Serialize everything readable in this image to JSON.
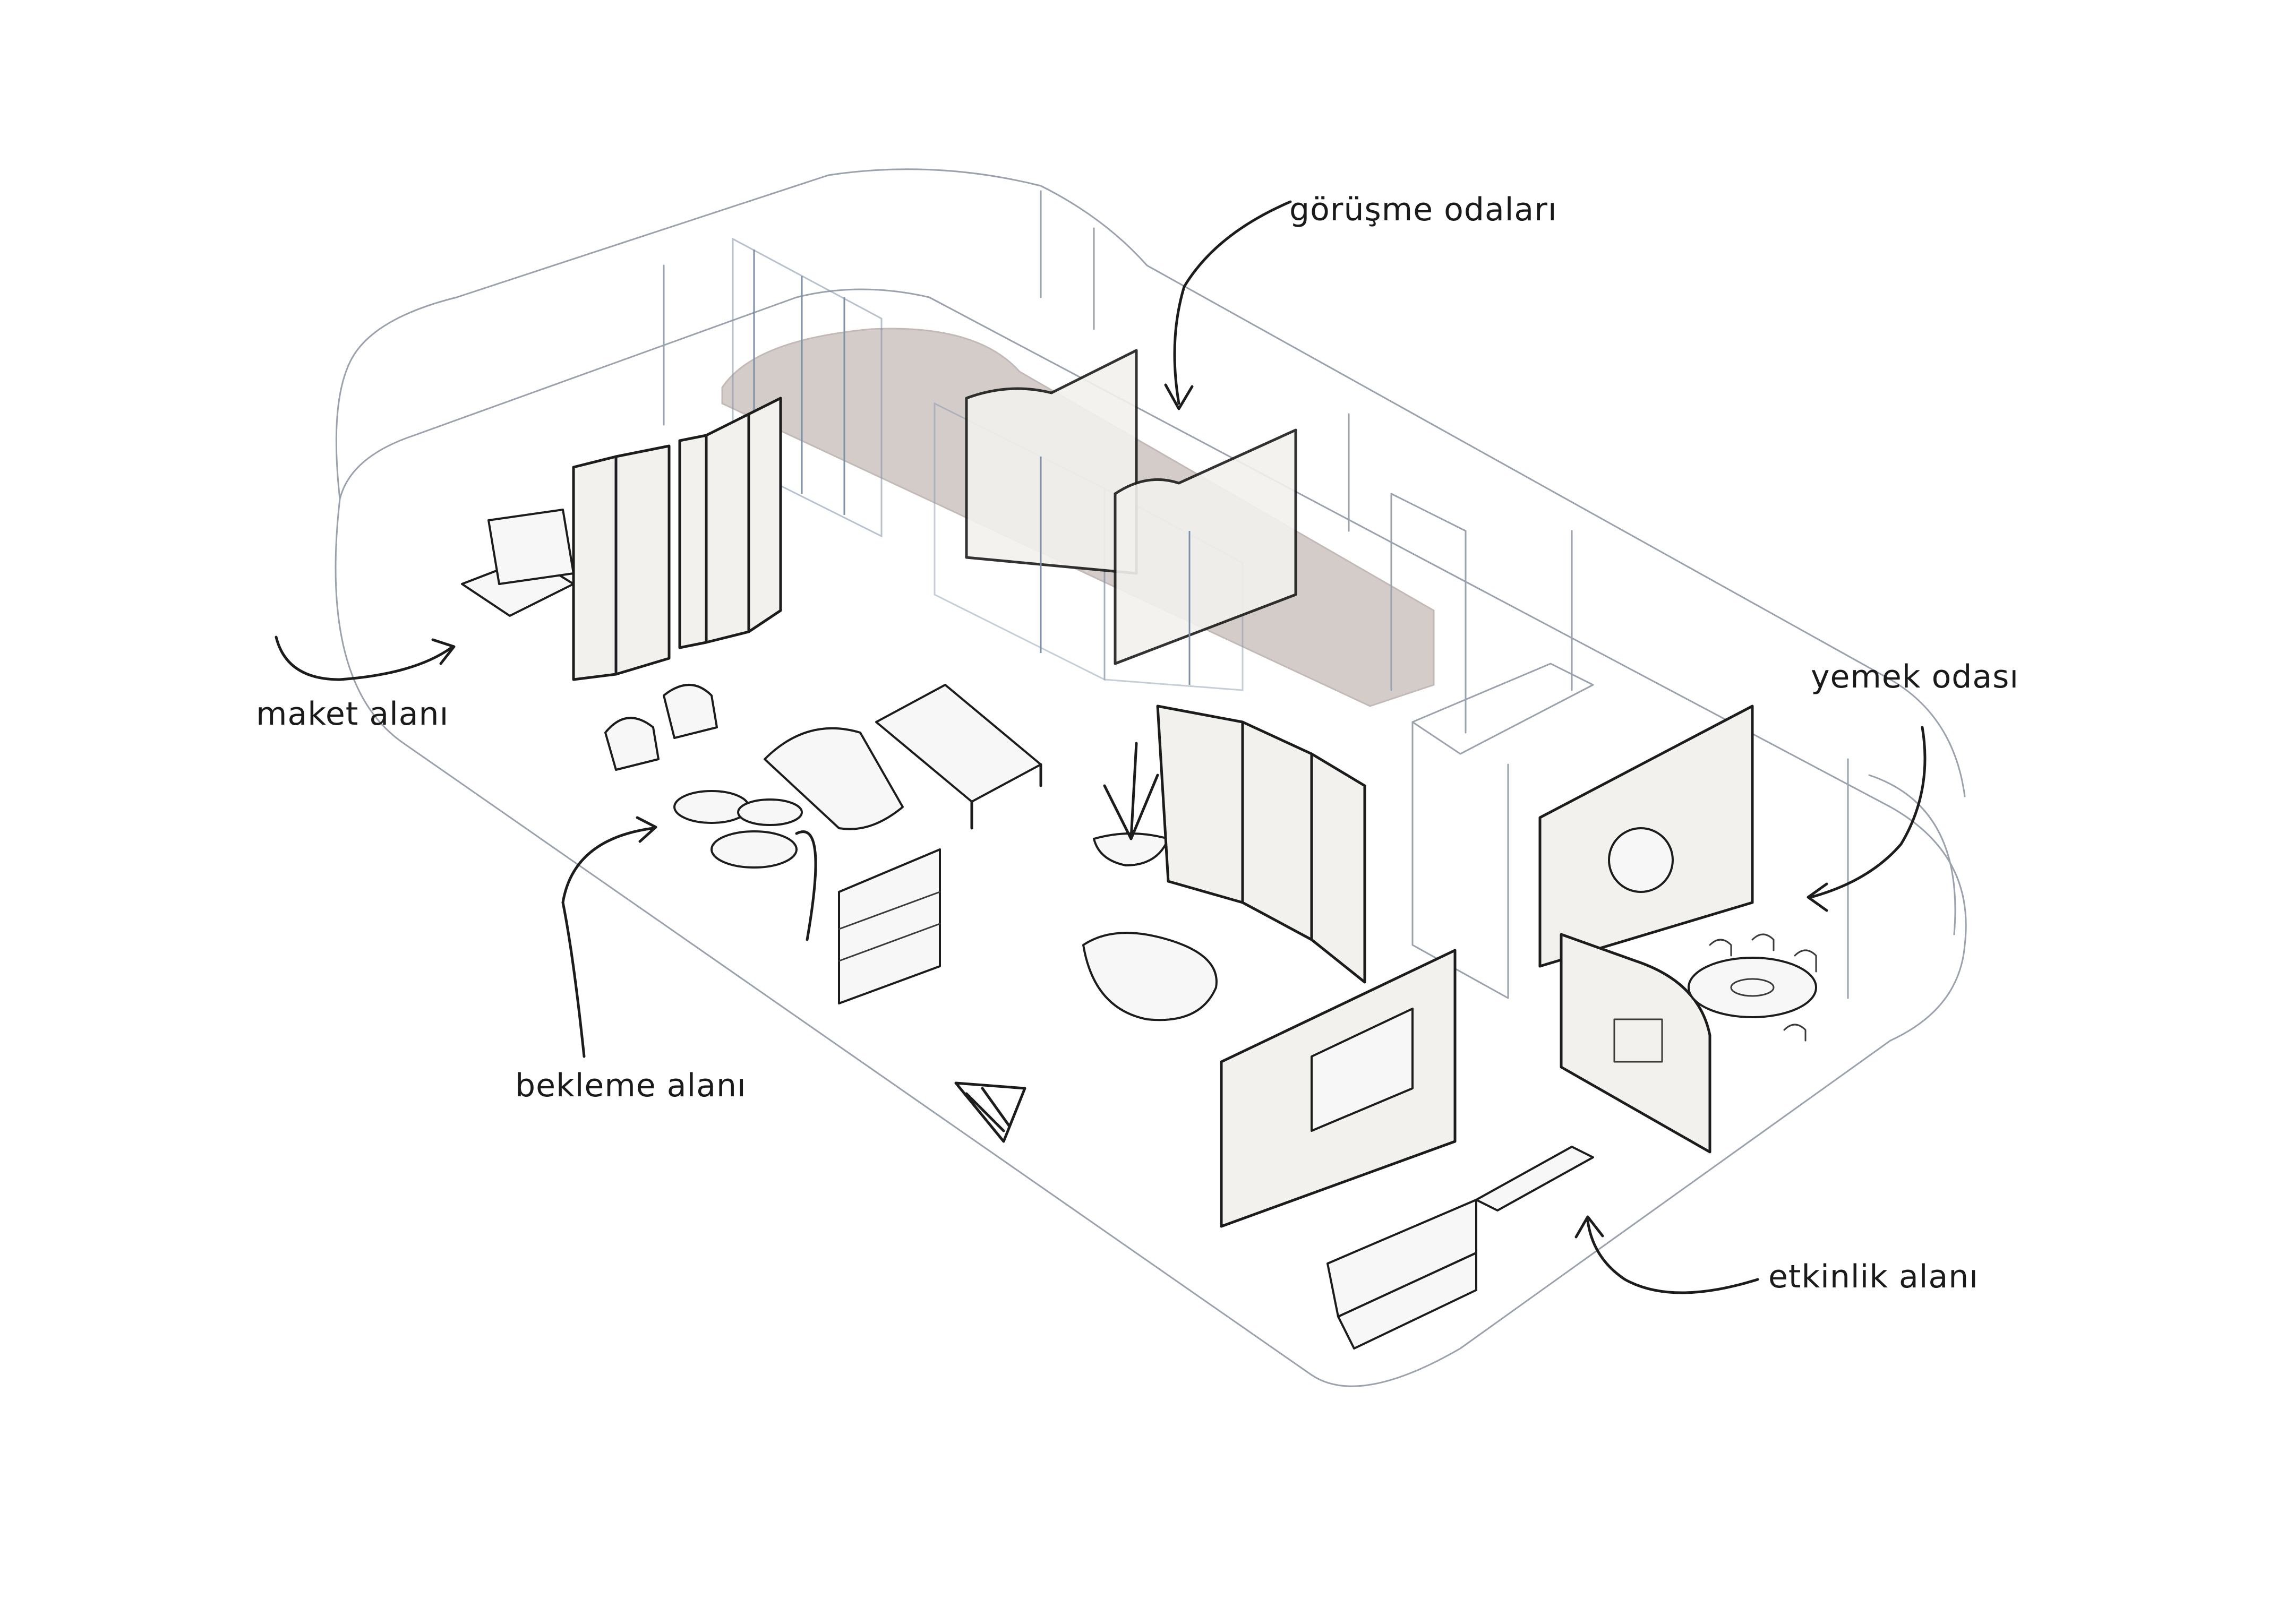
{
  "labels": {
    "gorusme": "görüşme odaları",
    "maket": "maket alanı",
    "yemek": "yemek odası",
    "bekleme": "bekleme alanı",
    "etkinlik": "etkinlik alanı"
  },
  "colors": {
    "floor": "#ececec",
    "ceiling_band": "#ccc4c0",
    "glass": "#a8c4cc",
    "panel": "#f3f1ee",
    "ink": "#1c1c1c"
  }
}
